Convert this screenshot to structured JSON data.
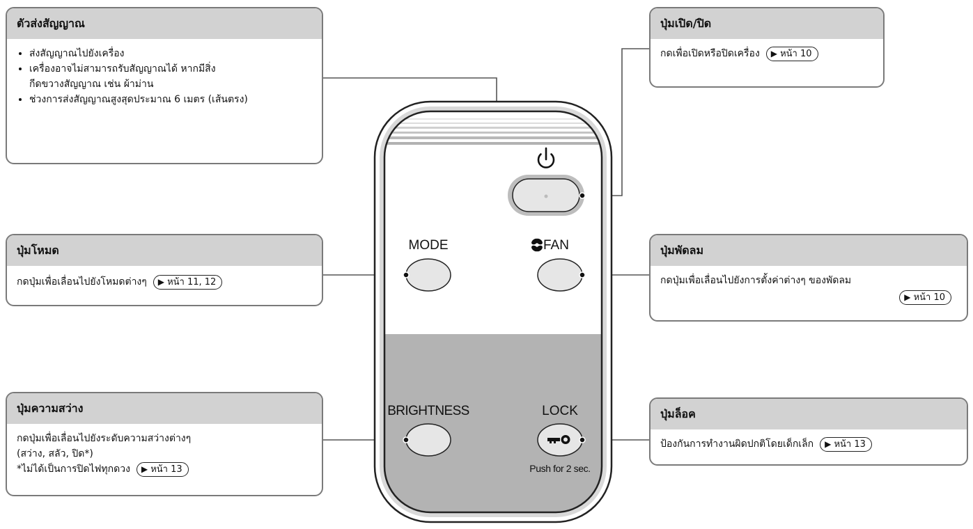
{
  "remote": {
    "mode_label": "MODE",
    "fan_label": "FAN",
    "brightness_label": "BRIGHTNESS",
    "lock_label": "LOCK",
    "lock_hint": "Push for 2 sec.",
    "power_icon": "power-icon",
    "fan_icon": "fan-icon",
    "key_icon": "key-icon"
  },
  "callouts": {
    "transmitter": {
      "title": "ตัวส่งสัญญาณ",
      "items": [
        "ส่งสัญญาณไปยังเครื่อง",
        "เครื่องอาจไม่สามารถรับสัญญาณได้ หากมีสิ่งกีดขวางสัญญาณ เช่น ผ้าม่าน",
        "ช่วงการส่งสัญญาณสูงสุดประมาณ 6 เมตร (เส้นตรง)"
      ]
    },
    "power": {
      "title": "ปุ่มเปิด/ปิด",
      "text": "กดเพื่อเปิดหรือปิดเครื่อง",
      "ref": "หน้า 10"
    },
    "mode": {
      "title": "ปุ่มโหมด",
      "text": "กดปุ่มเพื่อเลื่อนไปยังโหมดต่างๆ",
      "ref": "หน้า 11, 12"
    },
    "fan": {
      "title": "ปุ่มพัดลม",
      "text": "กดปุ่มเพื่อเลื่อนไปยังการตั้งค่าต่างๆ ของพัดลม",
      "ref": "หน้า 10"
    },
    "brightness": {
      "title": "ปุ่มความสว่าง",
      "line1": "กดปุ่มเพื่อเลื่อนไปยังระดับความสว่างต่างๆ",
      "line2": "(สว่าง, สลัว, ปิด*)",
      "line3": "*ไม่ได้เป็นการปิดไฟทุกดวง",
      "ref": "หน้า 13"
    },
    "lock": {
      "title": "ปุ่มล็อค",
      "text": "ป้องกันการทำงานผิดปกติโดยเด็กเล็ก",
      "ref": "หน้า 13"
    }
  }
}
